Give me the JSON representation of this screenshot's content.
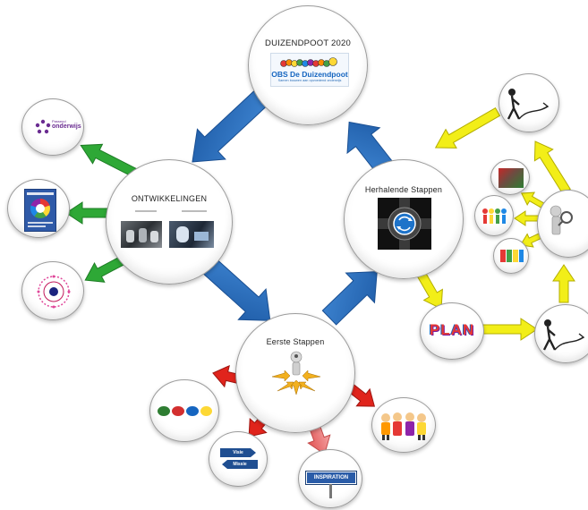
{
  "nodes": {
    "duizendpoot": {
      "title": "DUIZENDPOOT 2020",
      "logo_text": "OBS De Duizendpoot",
      "logo_subtext": "Samen bouwen aan opvoedend onderwijs"
    },
    "ontwikkelingen": {
      "title": "ONTWIKKELINGEN"
    },
    "herhalende": {
      "title": "Herhalende Stappen"
    },
    "eerste": {
      "title": "Eerste Stappen"
    },
    "plan": {
      "label": "PLAN"
    },
    "onderwijs_logo": {
      "line1": "Passend",
      "line2": "onderwijs"
    },
    "visie_sign": {
      "line1": "Visie",
      "line2": "Missie"
    },
    "inspiration_sign": {
      "label": "INSPIRATION"
    }
  },
  "colors": {
    "blue_arrow": "#2a6fbf",
    "green_arrow": "#2ea836",
    "yellow_arrow": "#f2ee18",
    "red_arrow": "#e0241c",
    "pink_arrow": "#ea6a6a"
  }
}
